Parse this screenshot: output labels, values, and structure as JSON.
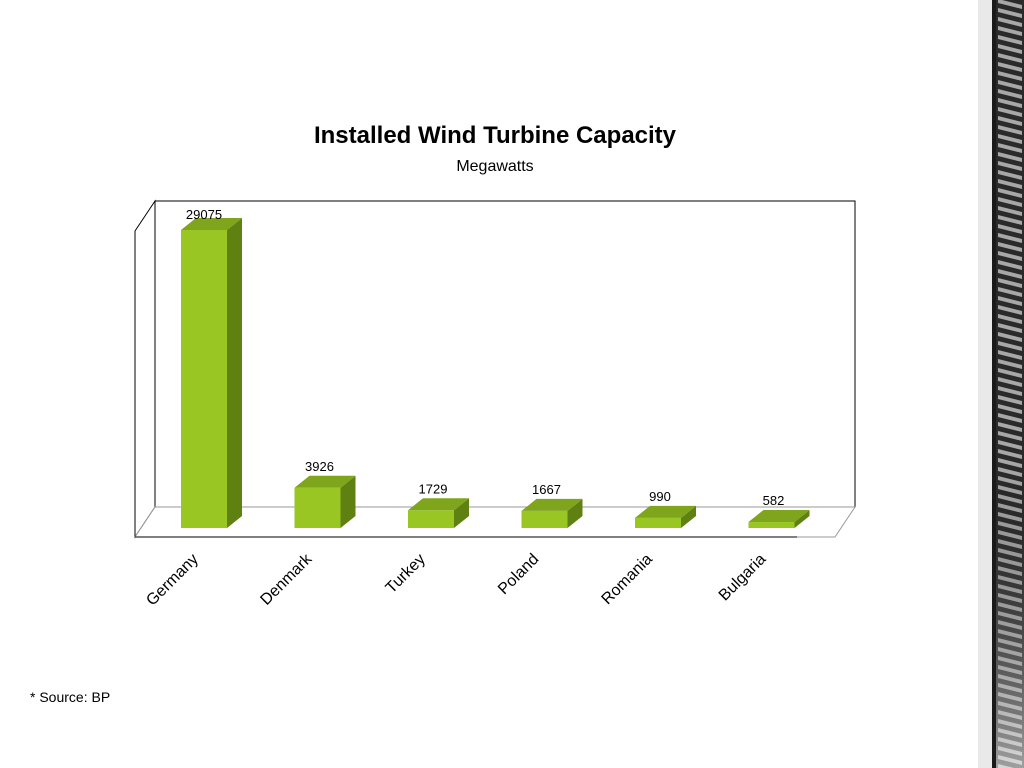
{
  "chart_data": {
    "type": "bar",
    "title": "Installed Wind Turbine Capacity",
    "subtitle": "Megawatts",
    "categories": [
      "Germany",
      "Denmark",
      "Turkey",
      "Poland",
      "Romania",
      "Bulgaria"
    ],
    "values": [
      29075,
      3926,
      1729,
      1667,
      990,
      582
    ],
    "data_labels": [
      "29075",
      "3926",
      "1729",
      "1667",
      "990",
      "582"
    ],
    "xlabel": "",
    "ylabel": "",
    "ylim": [
      0,
      29075
    ],
    "grid": false,
    "legend": "none",
    "style": "3d-column",
    "colors": {
      "front": "#99c623",
      "side": "#5f8112",
      "top": "#7ea51b"
    }
  },
  "footnote": "* Source: BP"
}
